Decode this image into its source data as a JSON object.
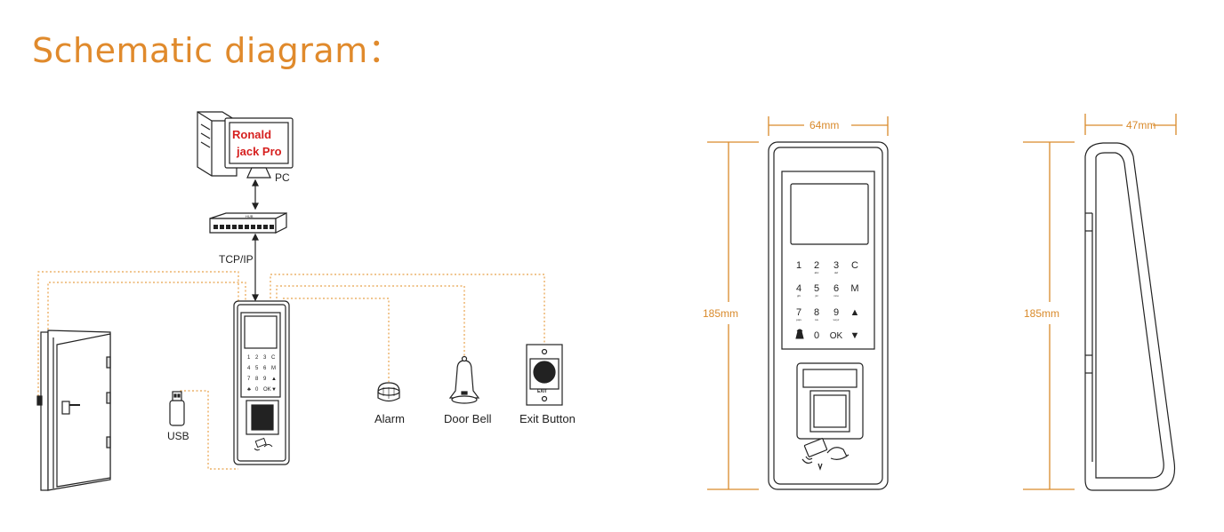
{
  "title": "Schematic diagram：",
  "pc": {
    "screen_line1": "Ronald",
    "screen_line2": "jack Pro",
    "label": "PC",
    "switch_text": "HUB"
  },
  "connection_label": "TCP/IP",
  "devices": {
    "usb": "USB",
    "alarm": "Alarm",
    "door_bell": "Door Bell",
    "exit_button": "Exit Button",
    "exit_button_text": "EXIT"
  },
  "front_view": {
    "width_label": "64mm",
    "height_label": "185mm",
    "keypad": [
      [
        "1",
        "2",
        "3",
        "C"
      ],
      [
        "4",
        "5",
        "6",
        "M"
      ],
      [
        "7",
        "8",
        "9",
        "▲"
      ],
      [
        "",
        "0",
        "OK",
        "▼"
      ]
    ],
    "key_sublabels": [
      [
        "",
        "abc",
        "def",
        ""
      ],
      [
        "ghi",
        "jkl",
        "mno",
        ""
      ],
      [
        "pqrs",
        "tuv",
        "wxyz",
        ""
      ],
      [
        "",
        "",
        "",
        ""
      ]
    ]
  },
  "side_view": {
    "width_label": "47mm",
    "height_label": "185mm"
  },
  "colors": {
    "title": "#E08A2C",
    "dimension": "#D98A2B",
    "wiring": "#E8A24B",
    "outline": "#222222",
    "pc_text": "#D6201F"
  }
}
